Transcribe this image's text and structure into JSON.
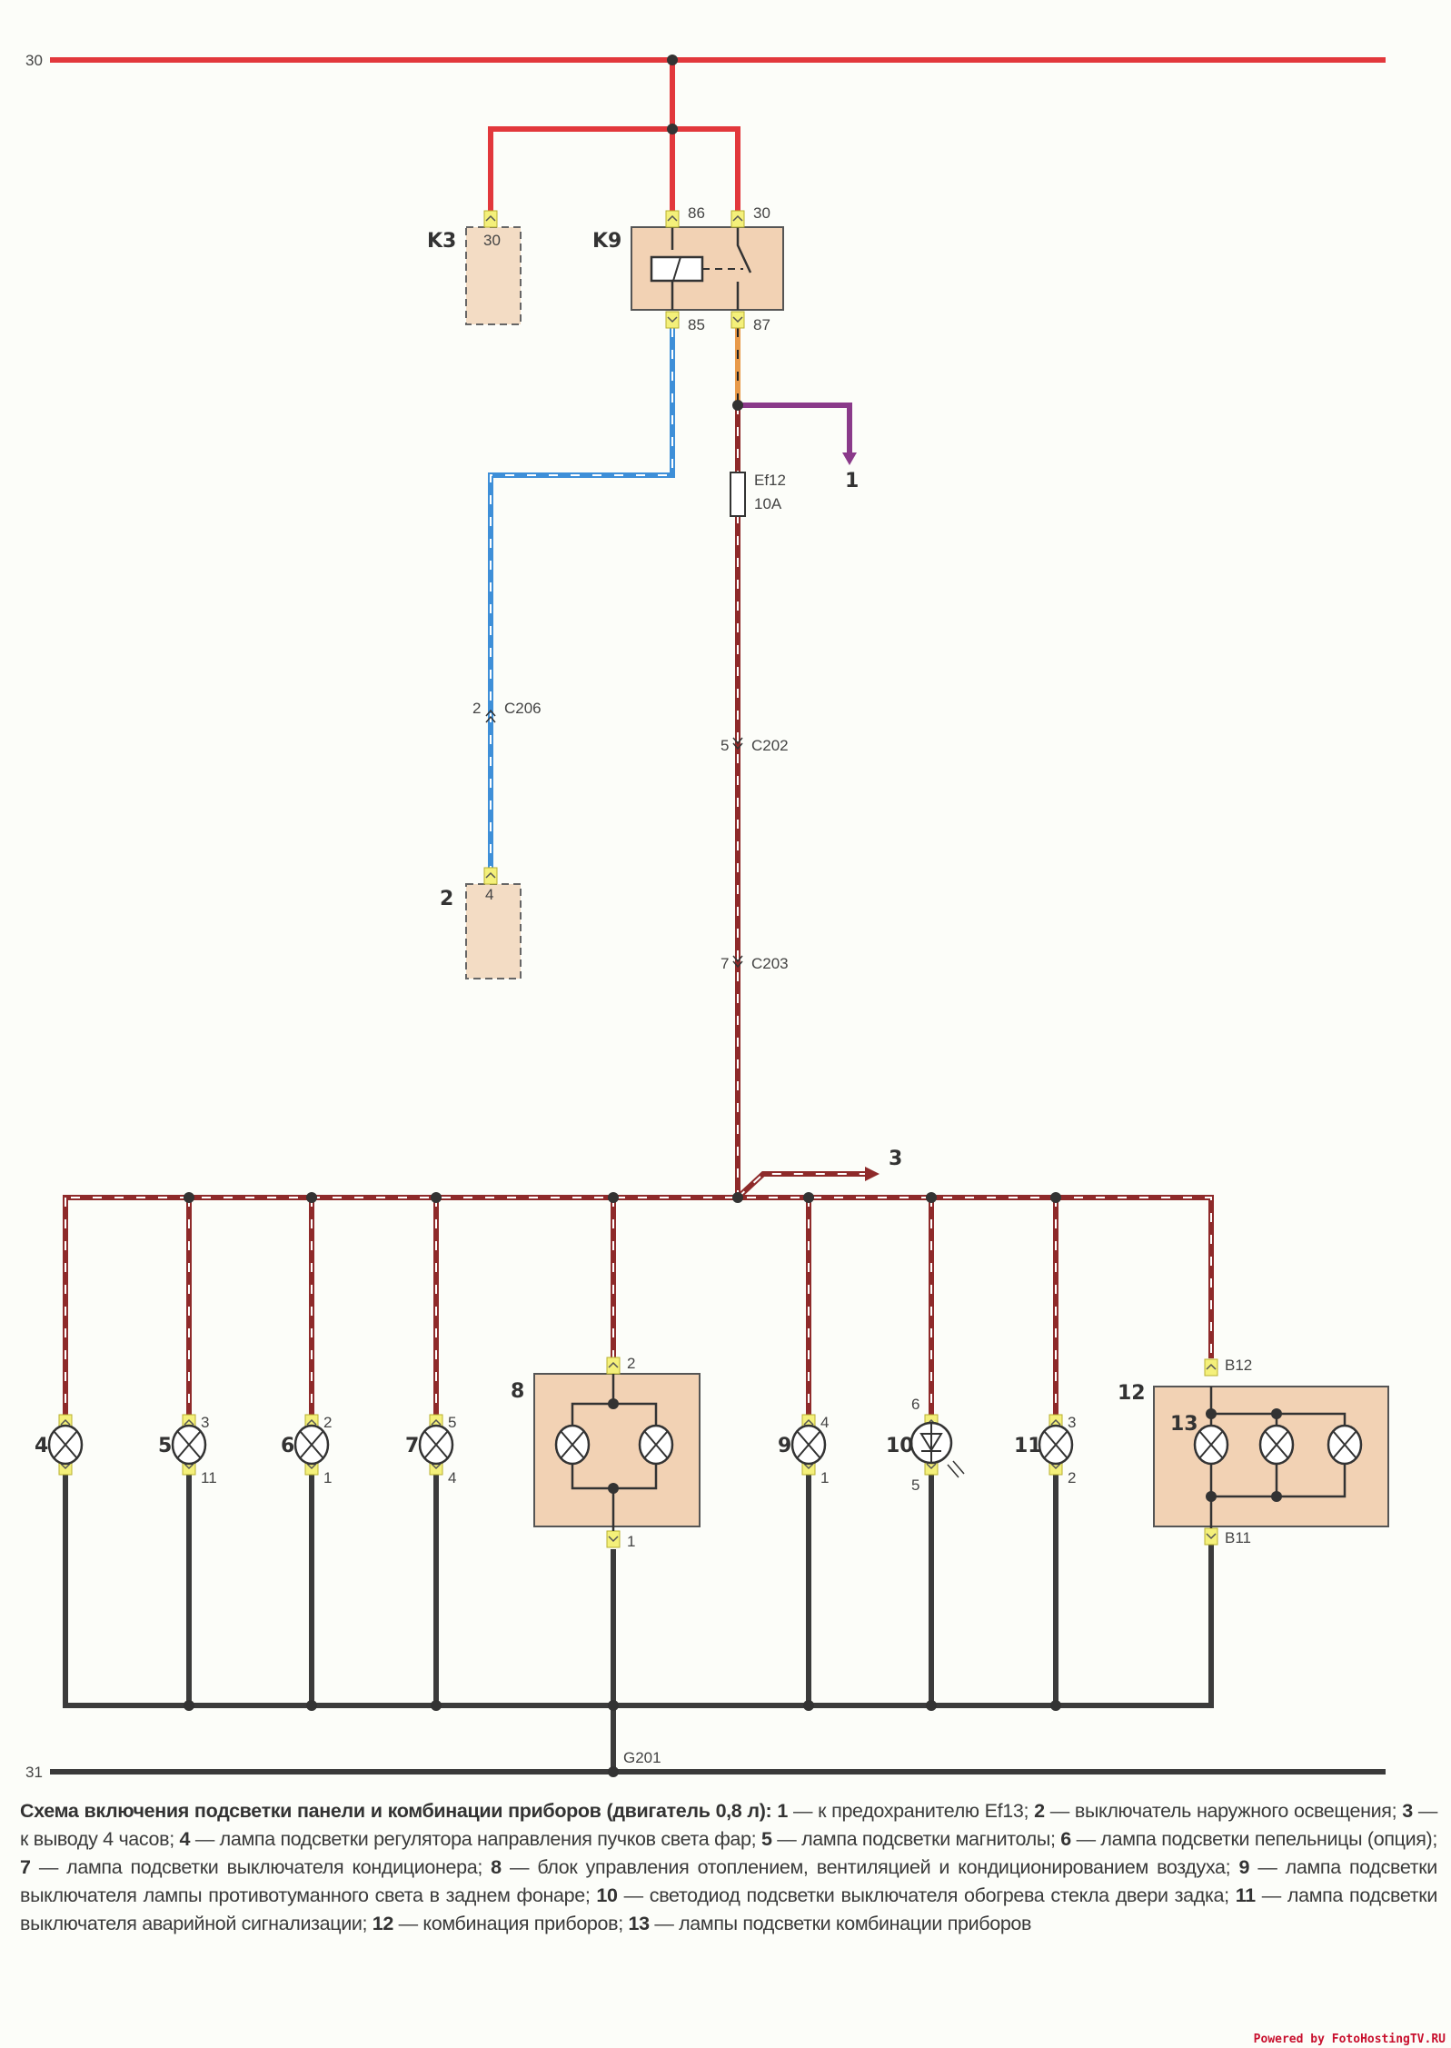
{
  "rails": {
    "top": "30",
    "bottom": "31",
    "ground": "G201"
  },
  "relay": {
    "k3_label": "K3",
    "k3_pin": "30",
    "k9_label": "K9",
    "pin86": "86",
    "pin30": "30",
    "pin85": "85",
    "pin87": "87"
  },
  "fuse": {
    "name": "Ef12",
    "rating": "10A"
  },
  "connectors": {
    "c206_pin": "2",
    "c206": "C206",
    "c202_pin": "5",
    "c202": "C202",
    "c203_pin": "7",
    "c203": "C203"
  },
  "switch2": {
    "label": "2",
    "pin": "4"
  },
  "arrows": {
    "a1": "1",
    "a3": "3"
  },
  "components": [
    {
      "label": "4",
      "top": "",
      "bottom": ""
    },
    {
      "label": "5",
      "top": "3",
      "bottom": "11"
    },
    {
      "label": "6",
      "top": "2",
      "bottom": "1"
    },
    {
      "label": "7",
      "top": "5",
      "bottom": "4"
    },
    {
      "label": "8",
      "top": "2",
      "bottom": "1"
    },
    {
      "label": "9",
      "top": "4",
      "bottom": "1"
    },
    {
      "label": "10",
      "top": "6",
      "bottom": "5"
    },
    {
      "label": "11",
      "top": "3",
      "bottom": "2"
    },
    {
      "label": "12",
      "top": "B12",
      "bottom": "B11",
      "inner": "13"
    }
  ],
  "caption": {
    "title": "Схема включения подсветки панели и комбинации приборов (двигатель 0,8 л):",
    "items": [
      {
        "num": "1",
        "text": "— к предохранителю Ef13;"
      },
      {
        "num": "2",
        "text": "— выключатель наружного освещения;"
      },
      {
        "num": "3",
        "text": "— к выводу 4 часов;"
      },
      {
        "num": "4",
        "text": "— лампа подсветки регулятора направления пучков света фар;"
      },
      {
        "num": "5",
        "text": "— лампа подсветки магнитолы;"
      },
      {
        "num": "6",
        "text": "— лампа подсветки пепельницы (опция);"
      },
      {
        "num": "7",
        "text": "— лампа подсветки выключателя кондиционера;"
      },
      {
        "num": "8",
        "text": "— блок управления отоплением, вентиляцией и кондиционированием воздуха;"
      },
      {
        "num": "9",
        "text": "— лампа подсветки выключателя лампы противотуманного света в заднем фонаре;"
      },
      {
        "num": "10",
        "text": "— светодиод подсветки выключателя обогрева стекла двери задка;"
      },
      {
        "num": "11",
        "text": "— лампа подсветки выключателя аварийной сигнализации;"
      },
      {
        "num": "12",
        "text": "— комбинация приборов;"
      },
      {
        "num": "13",
        "text": "— лампы подсветки комбинации приборов"
      }
    ]
  },
  "watermark": "Powered by FotoHostingTV.RU",
  "colors": {
    "red": "#e2383c",
    "brown": "#8e2a2a",
    "blue": "#3e8fd8",
    "purple": "#8a3a8a",
    "ground": "#3b3b3b",
    "box": "#f2d2b4",
    "connector": "#f4f07a"
  }
}
